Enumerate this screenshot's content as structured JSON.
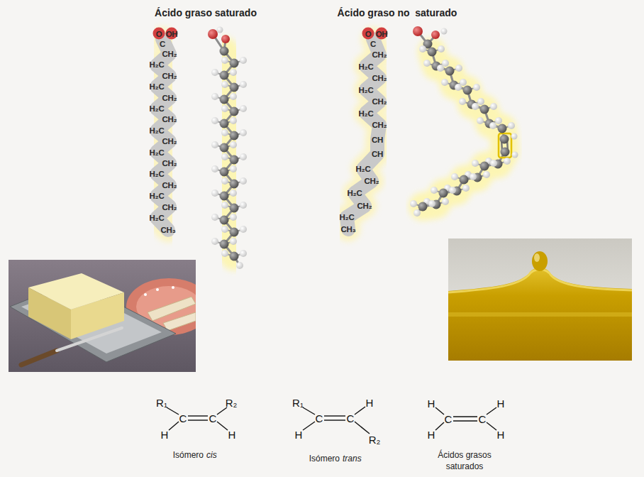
{
  "diagram": {
    "labels": [
      "Ácido graso saturado",
      "Ácido graso no  saturado",
      "O",
      "OH",
      "C",
      "CH₂",
      "H₂C",
      "CH₂",
      "H₂C",
      "CH₂",
      "H₂C",
      "CH₂",
      "H₂C",
      "CH₂",
      "H₂C",
      "CH₂",
      "H₂C",
      "CH₂",
      "H₂C",
      "CH₂",
      "H₂C",
      "CH₃",
      "O",
      "OH",
      "C",
      "CH₂",
      "H₂C",
      "CH₂",
      "H₂C",
      "CH₂",
      "H₂C",
      "CH₂",
      "CH",
      "CH",
      "H₂C",
      "CH₂",
      "H₂C",
      "CH₂",
      "H₂C",
      "CH₃",
      "R₁",
      "R₂",
      "C",
      "C",
      "H",
      "H",
      "Isómero",
      "cis",
      "R₁",
      "H",
      "C",
      "C",
      "H",
      "R₂",
      "Isómero",
      "trans",
      "H",
      "H",
      "C",
      "C",
      "H",
      "H",
      "Ácidos grasos saturados"
    ]
  }
}
